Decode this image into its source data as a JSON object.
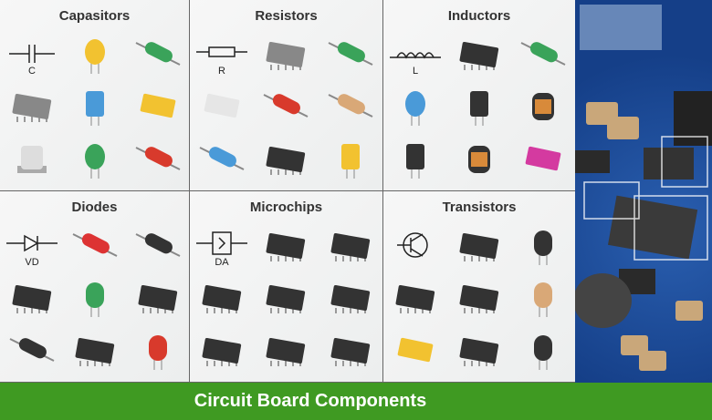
{
  "panels": [
    {
      "title": "Capasitors",
      "symbol_label": "C",
      "items": [
        "capacitor-symbol",
        "ceramic-disc-yellow",
        "axial-green",
        "smd-chip-gray",
        "electrolytic-blue",
        "tantalum-yellow",
        "smd-electrolytic-silver",
        "disc-green",
        "axial-red"
      ]
    },
    {
      "title": "Resistors",
      "symbol_label": "R",
      "items": [
        "resistor-symbol",
        "smd-resistor",
        "axial-green",
        "power-resistor-white",
        "axial-red",
        "axial-beige",
        "axial-blue",
        "resistor-array",
        "radial-yellow"
      ]
    },
    {
      "title": "Inductors",
      "symbol_label": "L",
      "items": [
        "inductor-symbol",
        "smd-power-inductor",
        "axial-green",
        "disc-blue",
        "radial-inductor-black",
        "smd-inductor-copper",
        "radial-inductor-black",
        "toroid-copper",
        "choke-pink"
      ]
    },
    {
      "title": "Diodes",
      "symbol_label": "VD",
      "items": [
        "diode-symbol",
        "glass-diode-red",
        "axial-black",
        "smd-diode",
        "led-green",
        "sot23",
        "axial-black",
        "to252",
        "led-red"
      ]
    },
    {
      "title": "Microchips",
      "symbol_label": "DA",
      "items": [
        "chip-symbol",
        "dip-ic",
        "soic-ic",
        "sot223",
        "soic-ic",
        "qfp-ic",
        "qfp-ic",
        "qfn-ic",
        "qfp-ic"
      ]
    },
    {
      "title": "Transistors",
      "symbol_label": "",
      "items": [
        "transistor-symbol",
        "to252",
        "to92",
        "sot223",
        "to220",
        "led-beige",
        "array-yellow",
        "to220",
        "to92-black"
      ]
    }
  ],
  "footer": {
    "title": "Circuit Board Components"
  },
  "colors": {
    "footer": "#3f9a22",
    "pcb": "#1d4e9e"
  }
}
